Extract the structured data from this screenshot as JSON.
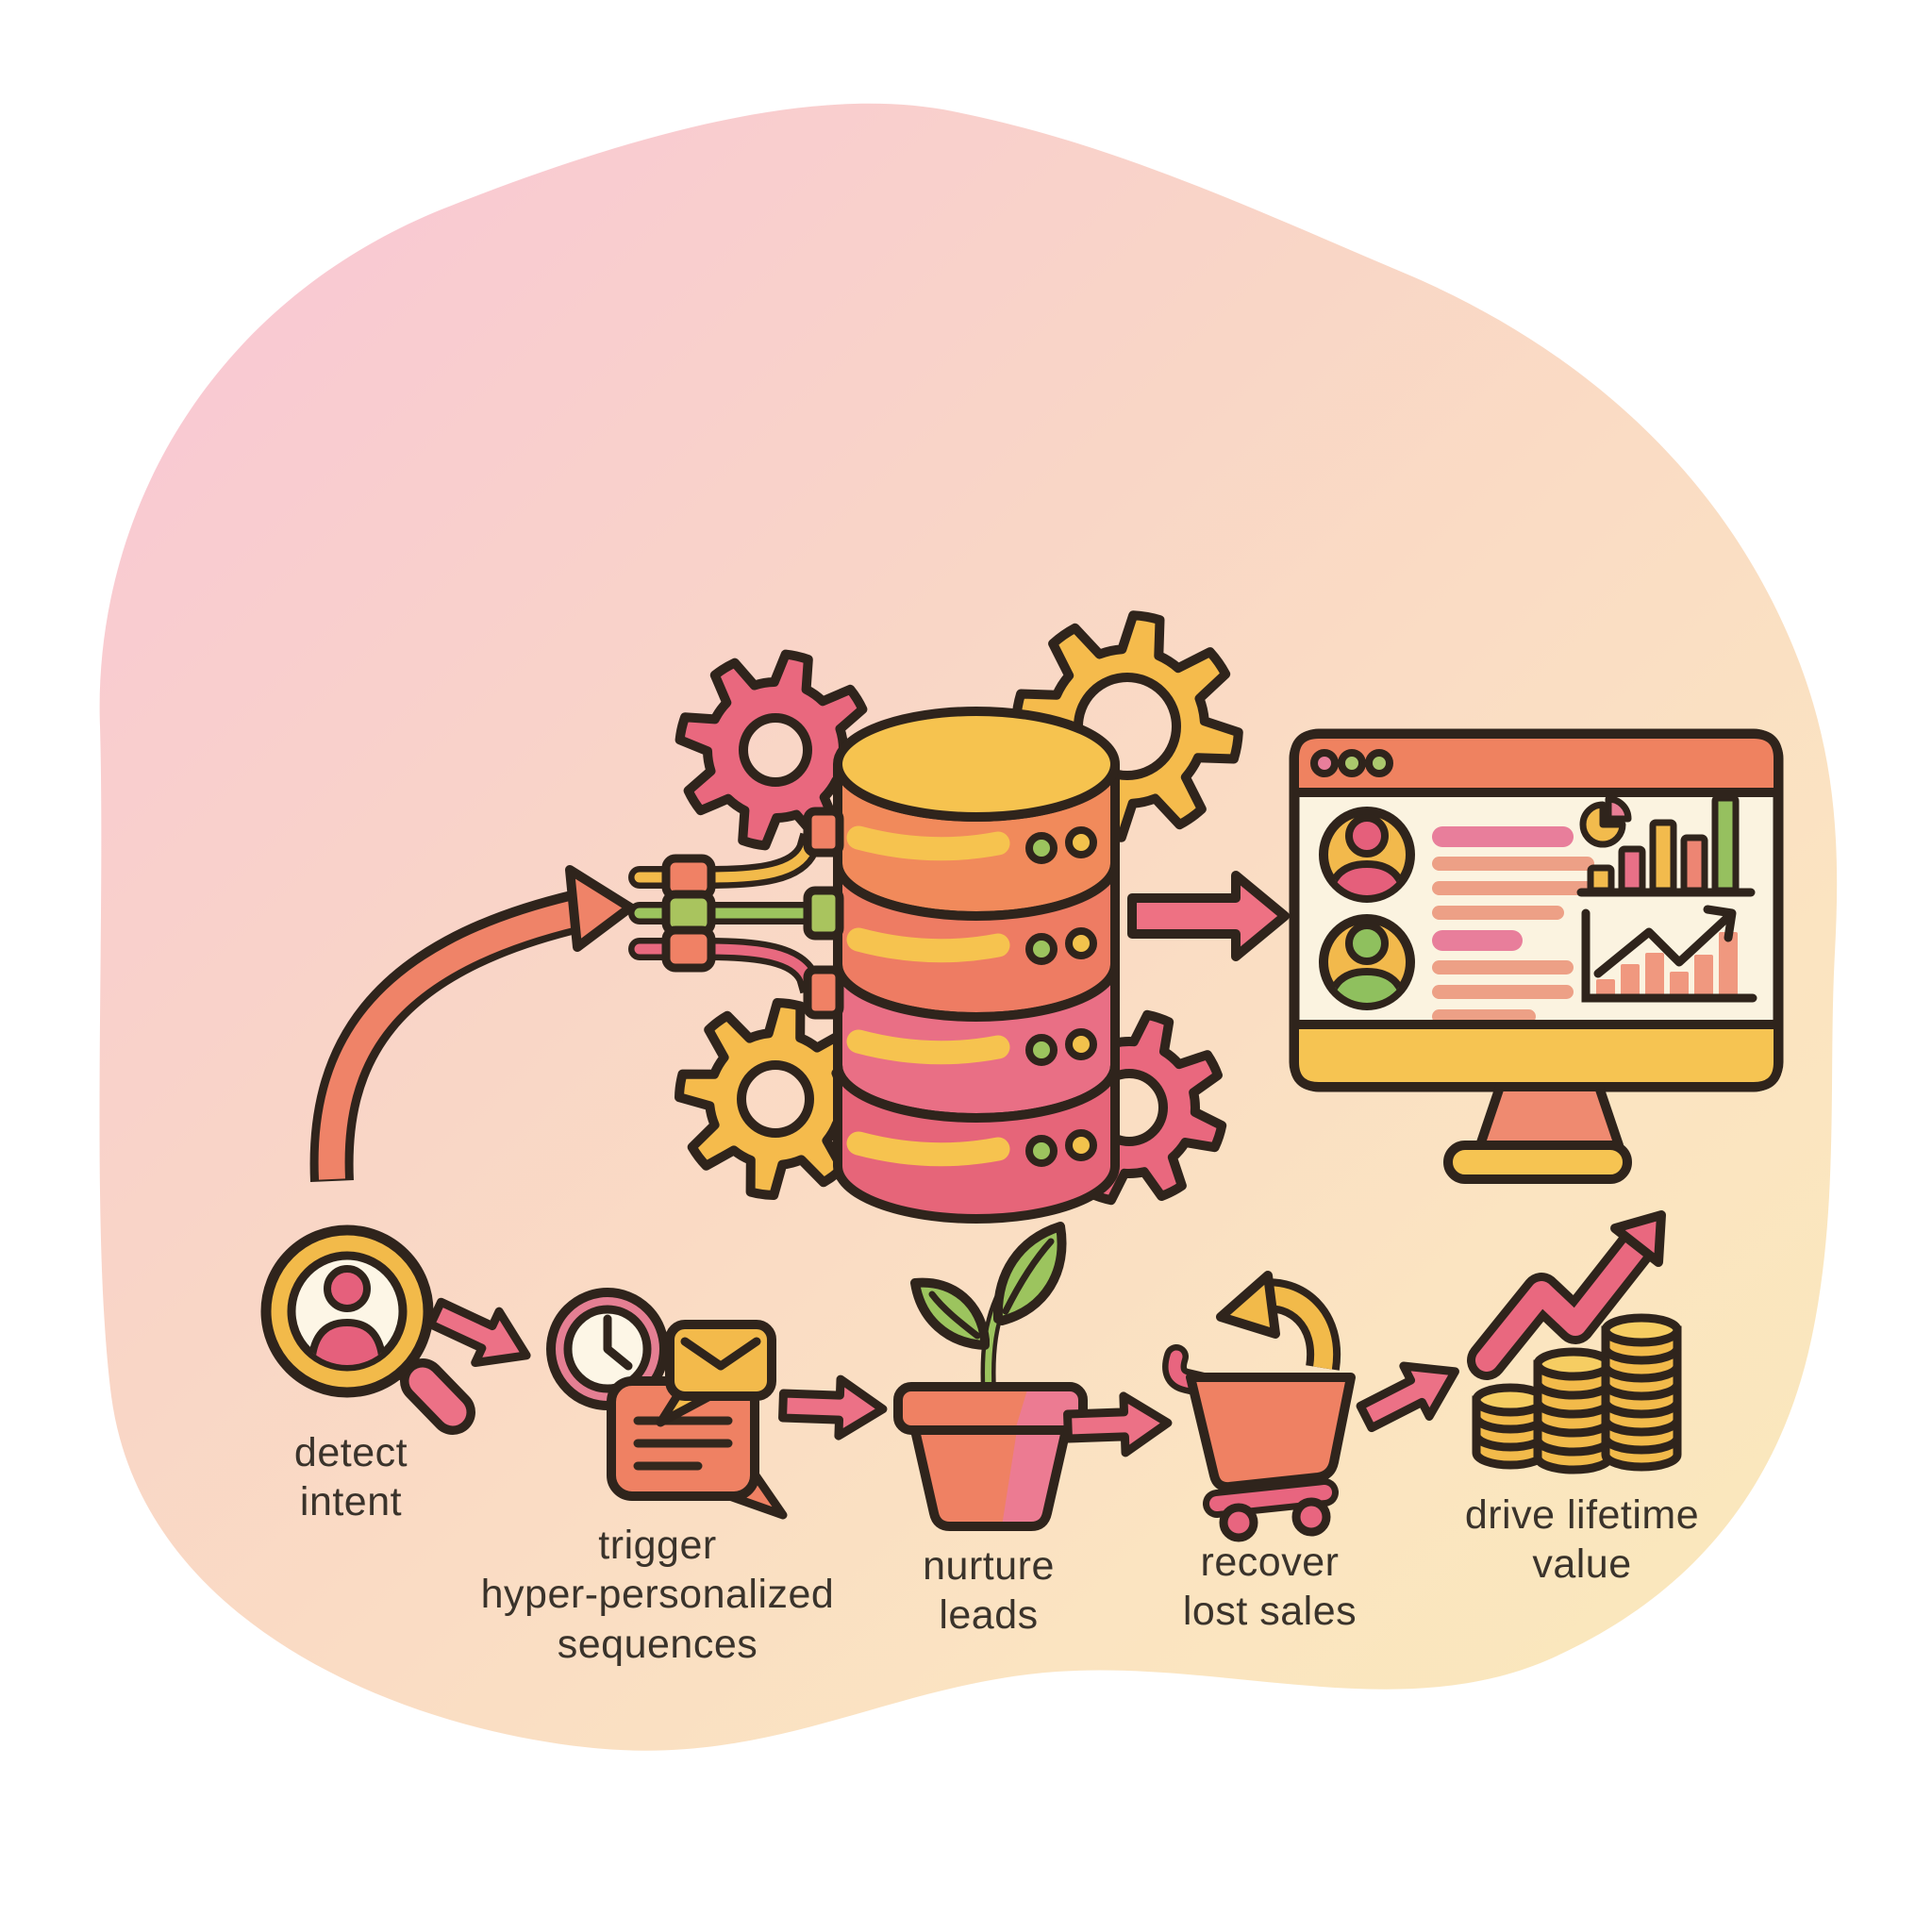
{
  "page": {
    "alt": "Marketing automation pipeline illustration: data flows into a database with gears and out to an analytics dashboard; bottom flow shows five steps from detecting intent to driving lifetime value."
  },
  "palette": {
    "outline": "#2f241c",
    "ink": "#3a332b",
    "salmon": "#ef8163",
    "salmon_deep": "#ee7a62",
    "pink": "#e8697f",
    "pink_soft": "#ee8296",
    "yellow": "#f5bd4f",
    "yellow_soft": "#f6cd62",
    "green": "#9cc45e",
    "cream": "#fbf3e0",
    "blob_pink": "#f9c5d7",
    "blob_peach": "#f9d6c6",
    "blob_cream": "#fae9ba"
  },
  "flow": {
    "steps": [
      {
        "name": "detect-intent",
        "icon": "magnifier-user-icon",
        "lines": [
          "detect",
          "intent"
        ]
      },
      {
        "name": "trigger-sequences",
        "icon": "clock-chat-email-icon",
        "lines": [
          "trigger",
          "hyper-personalized",
          "sequences"
        ]
      },
      {
        "name": "nurture-leads",
        "icon": "potted-plant-icon",
        "lines": [
          "nurture",
          "leads"
        ]
      },
      {
        "name": "recover-lost-sales",
        "icon": "cart-return-icon",
        "lines": [
          "recover",
          "lost sales"
        ]
      },
      {
        "name": "drive-lifetime-value",
        "icon": "coin-stacks-growth-icon",
        "lines": [
          "drive lifetime",
          "value"
        ]
      }
    ]
  },
  "central": {
    "input_arrow_icon": "curved-arrow-icon",
    "database_icon": "database-icon",
    "gear_icons": [
      "gear-icon",
      "gear-icon",
      "gear-icon",
      "gear-icon"
    ],
    "cable_icons": [
      "yellow-cable-plug-icon",
      "green-cable-plug-icon",
      "pink-cable-plug-icon"
    ],
    "output_arrow_icon": "arrow-right-icon"
  },
  "monitor": {
    "window_dot_colors": [
      "#e87e9b",
      "#abc96d",
      "#abc96d"
    ],
    "profiles": [
      {
        "avatar": "user-avatar-icon",
        "person_color": "#e55f7b",
        "line_widths": [
          150,
          172,
          172,
          140
        ]
      },
      {
        "avatar": "user-avatar-icon",
        "person_color": "#8fc05e",
        "line_widths": [
          96,
          150,
          150,
          110
        ]
      }
    ],
    "charts": {
      "pie": {
        "type": "pie",
        "slices": [
          {
            "value": 75,
            "color": "#f2bb4d"
          },
          {
            "value": 25,
            "color": "#e87e95"
          }
        ]
      },
      "bar": {
        "type": "bar",
        "values": [
          24,
          44,
          72,
          56,
          98
        ],
        "colors": [
          "#f2bb4d",
          "#e87087",
          "#f2bb4d",
          "#ed8573",
          "#96c05f"
        ]
      },
      "trend": {
        "type": "bar-line",
        "values": [
          18,
          34,
          46,
          26,
          44,
          68
        ],
        "color": "#f0987f",
        "direction": "up"
      }
    }
  }
}
